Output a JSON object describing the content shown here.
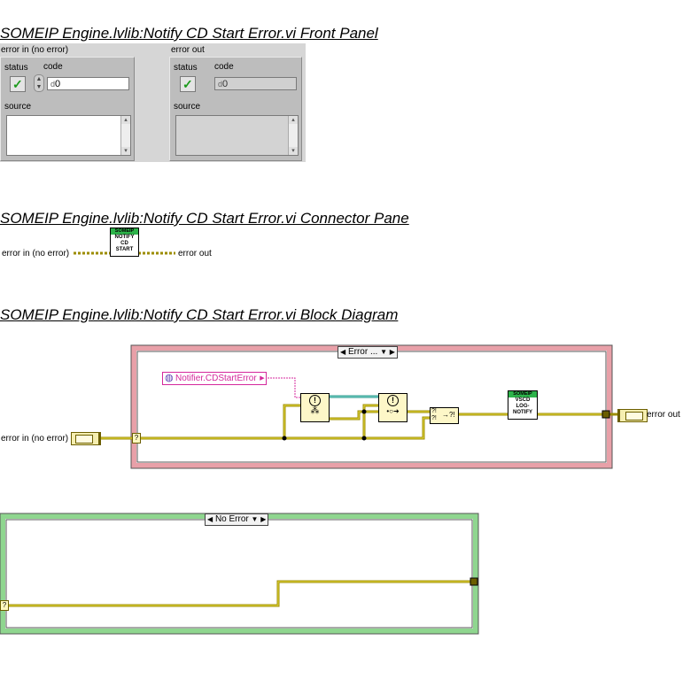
{
  "front_panel": {
    "title": "SOMEIP Engine.lvlib:Notify CD Start Error.vi Front Panel",
    "error_in": {
      "label": "error in (no error)",
      "status_label": "status",
      "code_label": "code",
      "code_value": "0",
      "radix": "d",
      "source_label": "source"
    },
    "error_out": {
      "label": "error out",
      "status_label": "status",
      "code_label": "code",
      "code_value": "0",
      "radix": "d",
      "source_label": "source"
    }
  },
  "connector_pane": {
    "title": "SOMEIP Engine.lvlib:Notify CD Start Error.vi Connector Pane",
    "input_label": "error in (no error)",
    "output_label": "error out",
    "icon_header": "SOMEIP",
    "icon_lines": [
      "NOTIFY",
      "CD",
      "START"
    ]
  },
  "block_diagram": {
    "title": "SOMEIP Engine.lvlib:Notify CD Start Error.vi Block Diagram",
    "error_case_selector": "Error ...",
    "no_error_case_selector": "No Error",
    "input_label": "error in (no error)",
    "output_label": "error out",
    "notifier_constant": "Notifier.CDStartError",
    "log_vi_header": "SOMEIP",
    "log_vi_lines": [
      "VSCD",
      "LOG-",
      "NOTIFY"
    ],
    "tunnel_glyph": "?",
    "merge_glyph": "?!",
    "arrow_glyph": "→?!",
    "not_a_ref_glyph": "!",
    "send_glyph": "•○➜",
    "wait_glyph": "⁂"
  },
  "colors": {
    "error_wire": "#9c8c00",
    "error_wire_light": "#e8dc40",
    "notifier_wire": "#2d9a8e",
    "pink": "#d4289c",
    "error_case_border": "#e8a0a8",
    "no_error_case_border": "#8fd68f"
  },
  "icons": {
    "status_check": "✓",
    "scroll_up": "▴",
    "scroll_down": "▾",
    "spin_up": "▲",
    "spin_down": "▼",
    "case_prev": "◀",
    "case_next": "▶",
    "dropdown": "▼",
    "globe": "◍"
  }
}
